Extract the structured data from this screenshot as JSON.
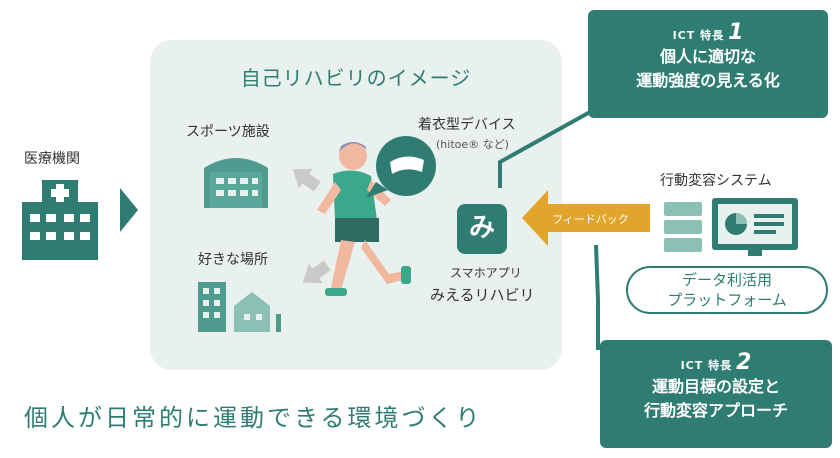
{
  "panel": {
    "title": "自己リハビリのイメージ"
  },
  "labels": {
    "hospital": "医療機関",
    "sports_facility": "スポーツ施設",
    "favorite_place": "好きな場所",
    "wearable": "着衣型デバイス",
    "wearable_note": "(hitoe® など)",
    "app_line1": "スマホアプリ",
    "app_line2": "みえるリハビリ",
    "app_glyph": "み",
    "behavior_system": "行動変容システム",
    "platform_line1": "データ利活用",
    "platform_line2": "プラットフォーム",
    "feedback": "フィードバック"
  },
  "ict1": {
    "tag": "ICT 特長",
    "num": "1",
    "line1": "個人に適切な",
    "line2": "運動強度の見える化"
  },
  "ict2": {
    "tag": "ICT 特長",
    "num": "2",
    "line1": "運動目標の設定と",
    "line2": "行動変容アプローチ"
  },
  "footer": {
    "text": "個人が日常的に運動できる環境づくり"
  },
  "colors": {
    "teal": "#2f7d72",
    "panel_bg": "#e9f1ee",
    "feedback_orange": "#e0a52a",
    "skin": "#f1b8a0",
    "shirt": "#3aa88a"
  }
}
